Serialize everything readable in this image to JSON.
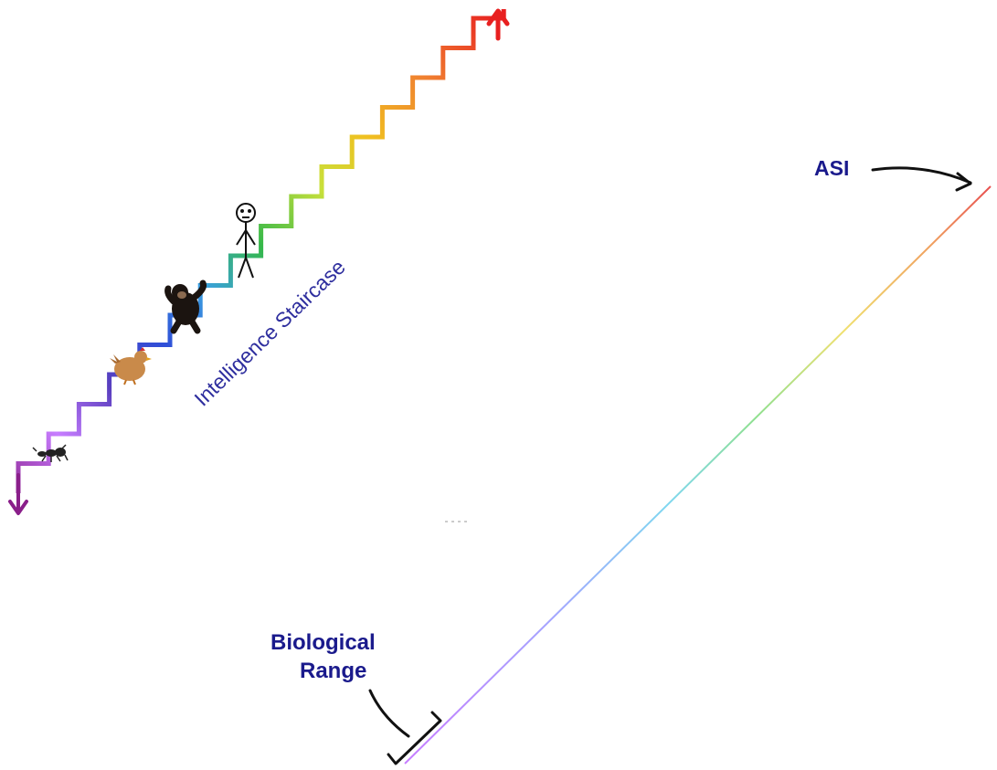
{
  "labels": {
    "staircase": "Intelligence Staircase",
    "asi": "ASI",
    "biological_line1": "Biological",
    "biological_line2": "Range"
  },
  "colors": {
    "label_text": "#1a1a8c",
    "staircase_gradient": [
      "#8a1f8a",
      "#c77dff",
      "#5a3fbf",
      "#2f4fd8",
      "#3aa0e0",
      "#35b84a",
      "#c8e03a",
      "#f0c020",
      "#f08030",
      "#e82020"
    ]
  },
  "icons": {
    "bottom_arrow": "down-arrow-icon",
    "top_arrow": "up-arrow-icon",
    "ant": "ant-icon",
    "chicken": "chicken-icon",
    "chimp": "chimpanzee-icon",
    "human": "stick-figure-icon"
  }
}
